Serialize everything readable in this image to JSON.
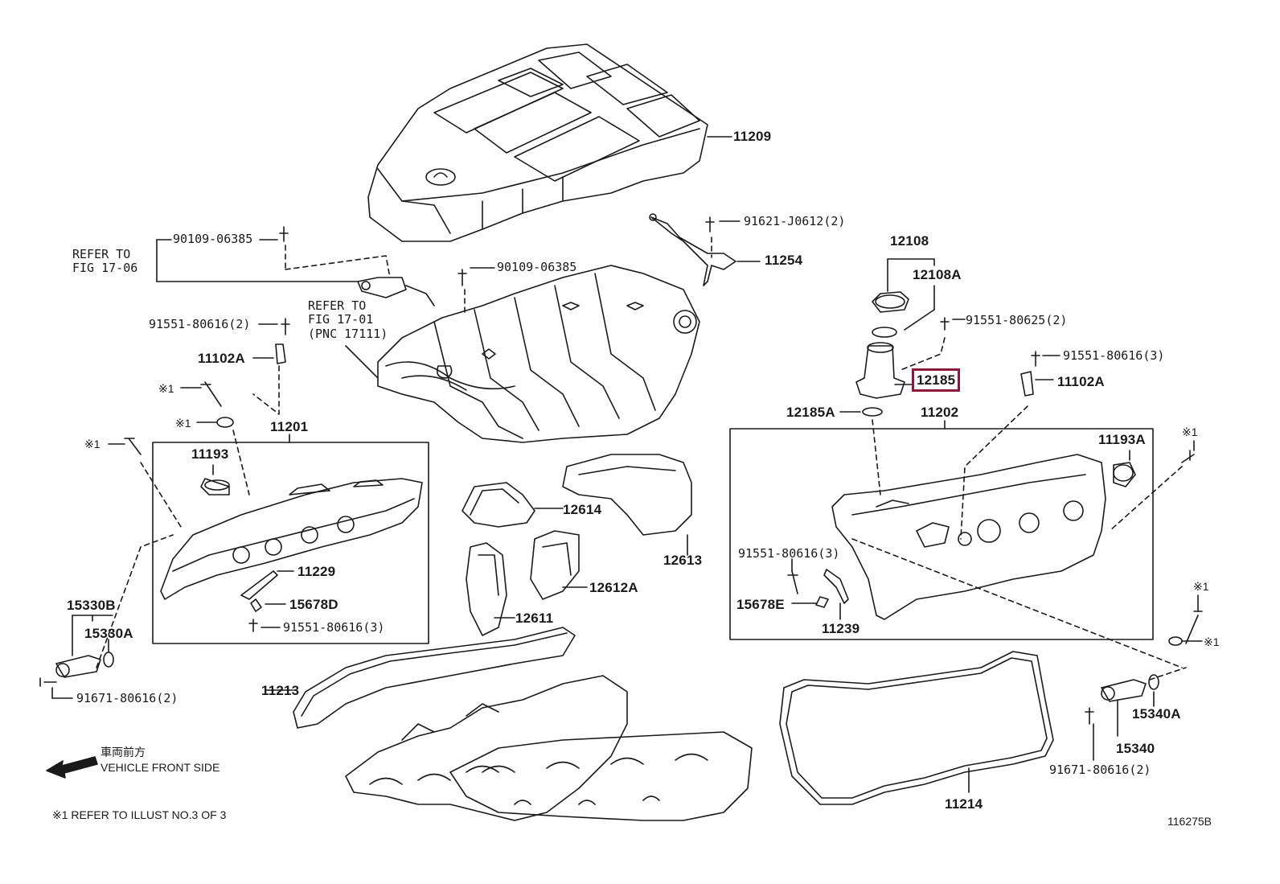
{
  "parts": {
    "p11209": "11209",
    "p91621": "91621-J0612(2)",
    "p11254": "11254",
    "p90109a": "90109-06385",
    "p90109b": "90109-06385",
    "p91551a": "91551-80616(2)",
    "p11102a_left": "11102A",
    "p11201": "11201",
    "p11193": "11193",
    "p11229": "11229",
    "p15678d": "15678D",
    "p91551b": "91551-80616(3)",
    "p15330b": "15330B",
    "p15330a": "15330A",
    "p91671a": "91671-80616(2)",
    "p11213": "11213",
    "p12614": "12614",
    "p12613": "12613",
    "p12612a": "12612A",
    "p12611": "12611",
    "p12108": "12108",
    "p12108a": "12108A",
    "p91551c": "91551-80625(2)",
    "p12185": "12185",
    "p91551d": "91551-80616(3)",
    "p11102a_right": "11102A",
    "p12185a": "12185A",
    "p11202": "11202",
    "p11193a": "11193A",
    "p91551e": "91551-80616(3)",
    "p15678e": "15678E",
    "p11239": "11239",
    "p15340a": "15340A",
    "p15340": "15340",
    "p91671b": "91671-80616(2)",
    "p11214": "11214"
  },
  "refers": {
    "fig1706": "REFER TO\nFIG 17-06",
    "fig1701": "REFER TO\nFIG 17-01\n(PNC 17111)"
  },
  "marks": {
    "m1": "※1",
    "m2": "※1",
    "m3": "※1",
    "m4": "※1",
    "m5": "※1",
    "m6": "※1"
  },
  "footer": {
    "front_jp": "車両前方",
    "front_en": "VEHICLE FRONT SIDE",
    "note": "※1  REFER TO ILLUST NO.3 OF 3",
    "illust_id": "116275B"
  },
  "colors": {
    "line": "#1a1a1a",
    "highlight": "#8b1a3a",
    "background": "#ffffff"
  }
}
